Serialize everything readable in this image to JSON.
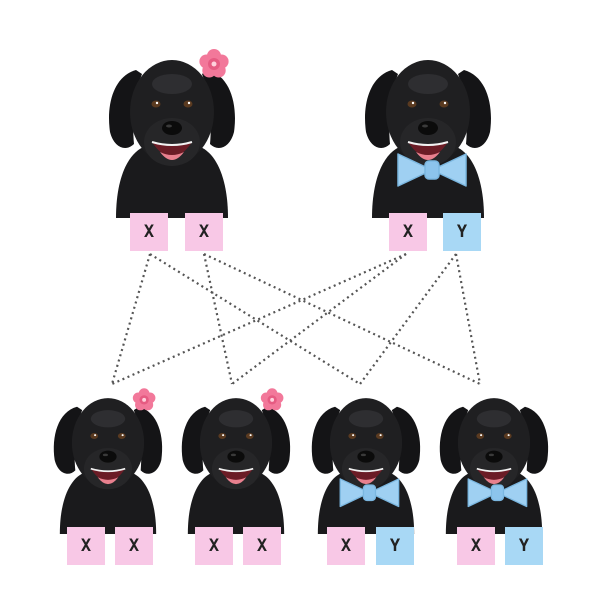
{
  "colors": {
    "x_box": "#f8c8e6",
    "y_box": "#a8d8f5",
    "fur": "#1c1c1e",
    "flower": "#f2789a",
    "bowtie": "#9fd0f2",
    "line": "#555555"
  },
  "parents": [
    {
      "accessory": "flower-icon",
      "chromosomes": [
        "X",
        "X"
      ]
    },
    {
      "accessory": "bowtie-icon",
      "chromosomes": [
        "X",
        "Y"
      ]
    }
  ],
  "offspring": [
    {
      "accessory": "flower-icon",
      "chromosomes": [
        "X",
        "X"
      ]
    },
    {
      "accessory": "flower-icon",
      "chromosomes": [
        "X",
        "X"
      ]
    },
    {
      "accessory": "bowtie-icon",
      "chromosomes": [
        "X",
        "Y"
      ]
    },
    {
      "accessory": "bowtie-icon",
      "chromosomes": [
        "X",
        "Y"
      ]
    }
  ]
}
